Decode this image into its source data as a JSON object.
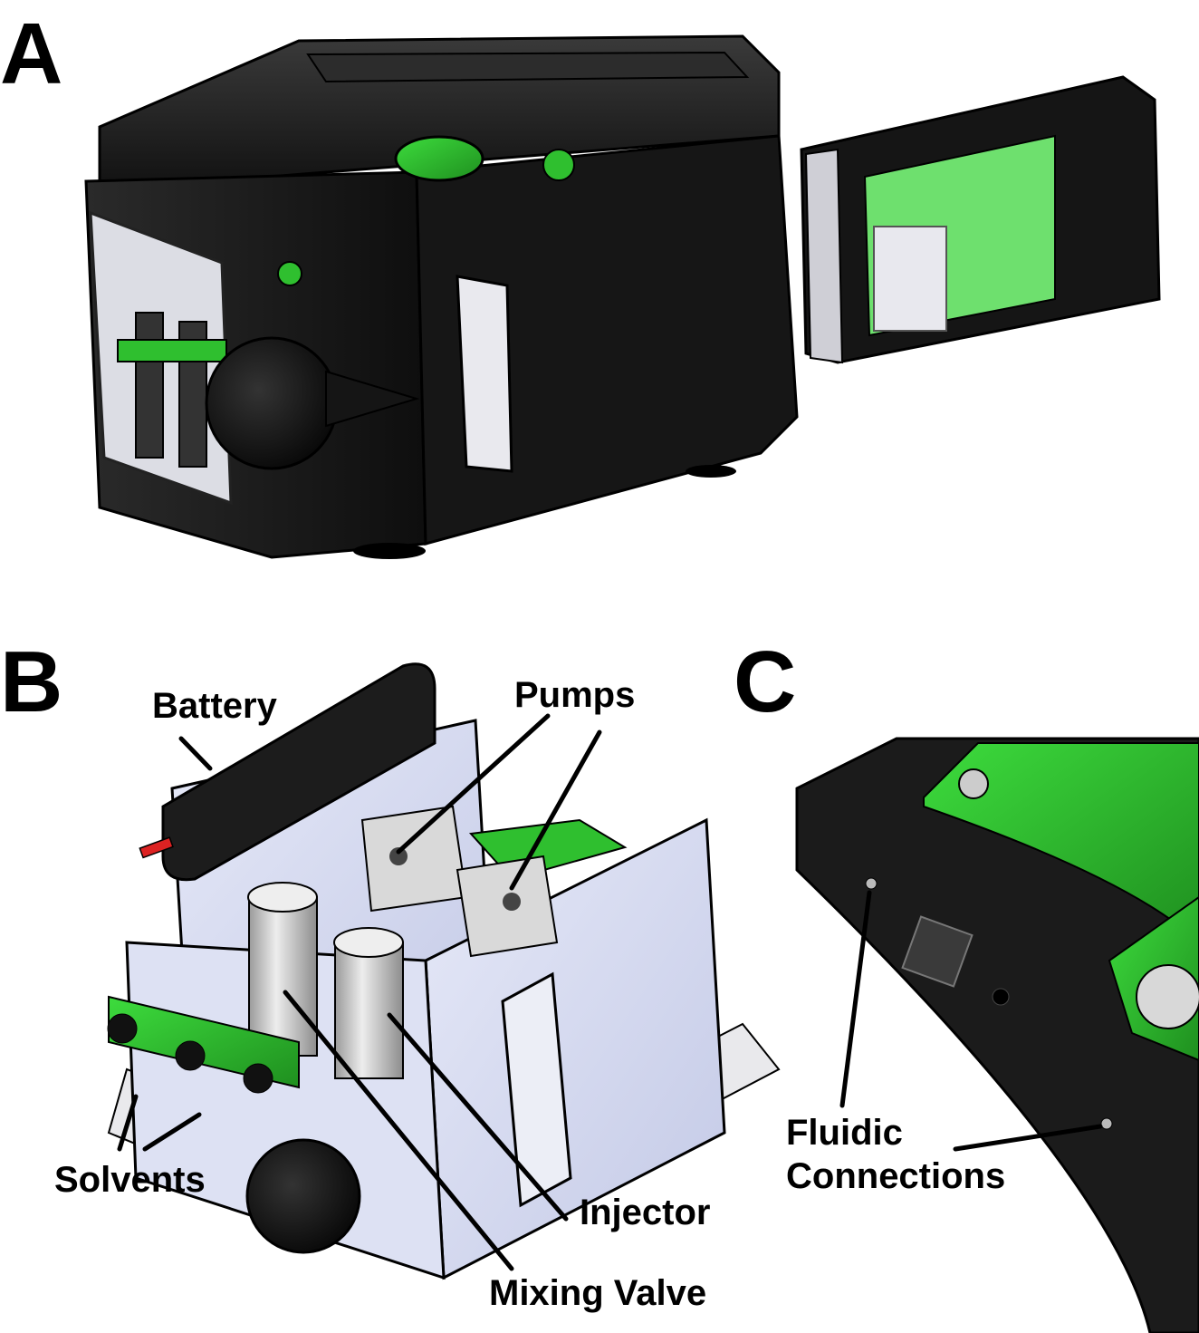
{
  "panels": {
    "a": {
      "letter": "A"
    },
    "b": {
      "letter": "B"
    },
    "c": {
      "letter": "C"
    }
  },
  "callouts": {
    "battery": "Battery",
    "pumps": "Pumps",
    "solvents": "Solvents",
    "mixing_valve": "Mixing Valve",
    "injector": "Injector",
    "fluidic_connections_line1": "Fluidic",
    "fluidic_connections_line2": "Connections"
  },
  "colors": {
    "housing_black": "#1a1a1a",
    "accent_green": "#2fbf2f",
    "panel_lavender": "#d4d9f0",
    "metal_grey": "#c8c8c8",
    "leader_line": "#000000"
  }
}
